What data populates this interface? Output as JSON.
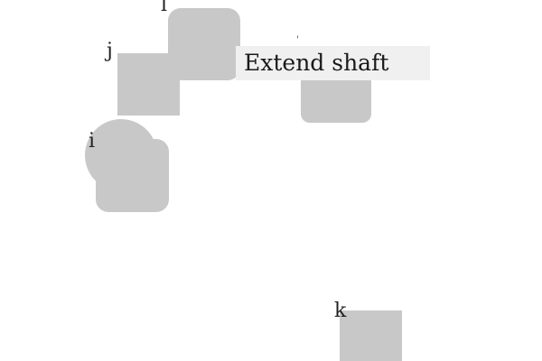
{
  "tooltip": {
    "text": "Extend shaft"
  },
  "labels": {
    "l": "l",
    "j": "j",
    "i": "i",
    "k": "k",
    "stub": "'"
  },
  "colors": {
    "shape_fill": "#c8c8c8",
    "tooltip_bg": "#f0f0f0",
    "background": "#ffffff",
    "text": "#222222"
  }
}
